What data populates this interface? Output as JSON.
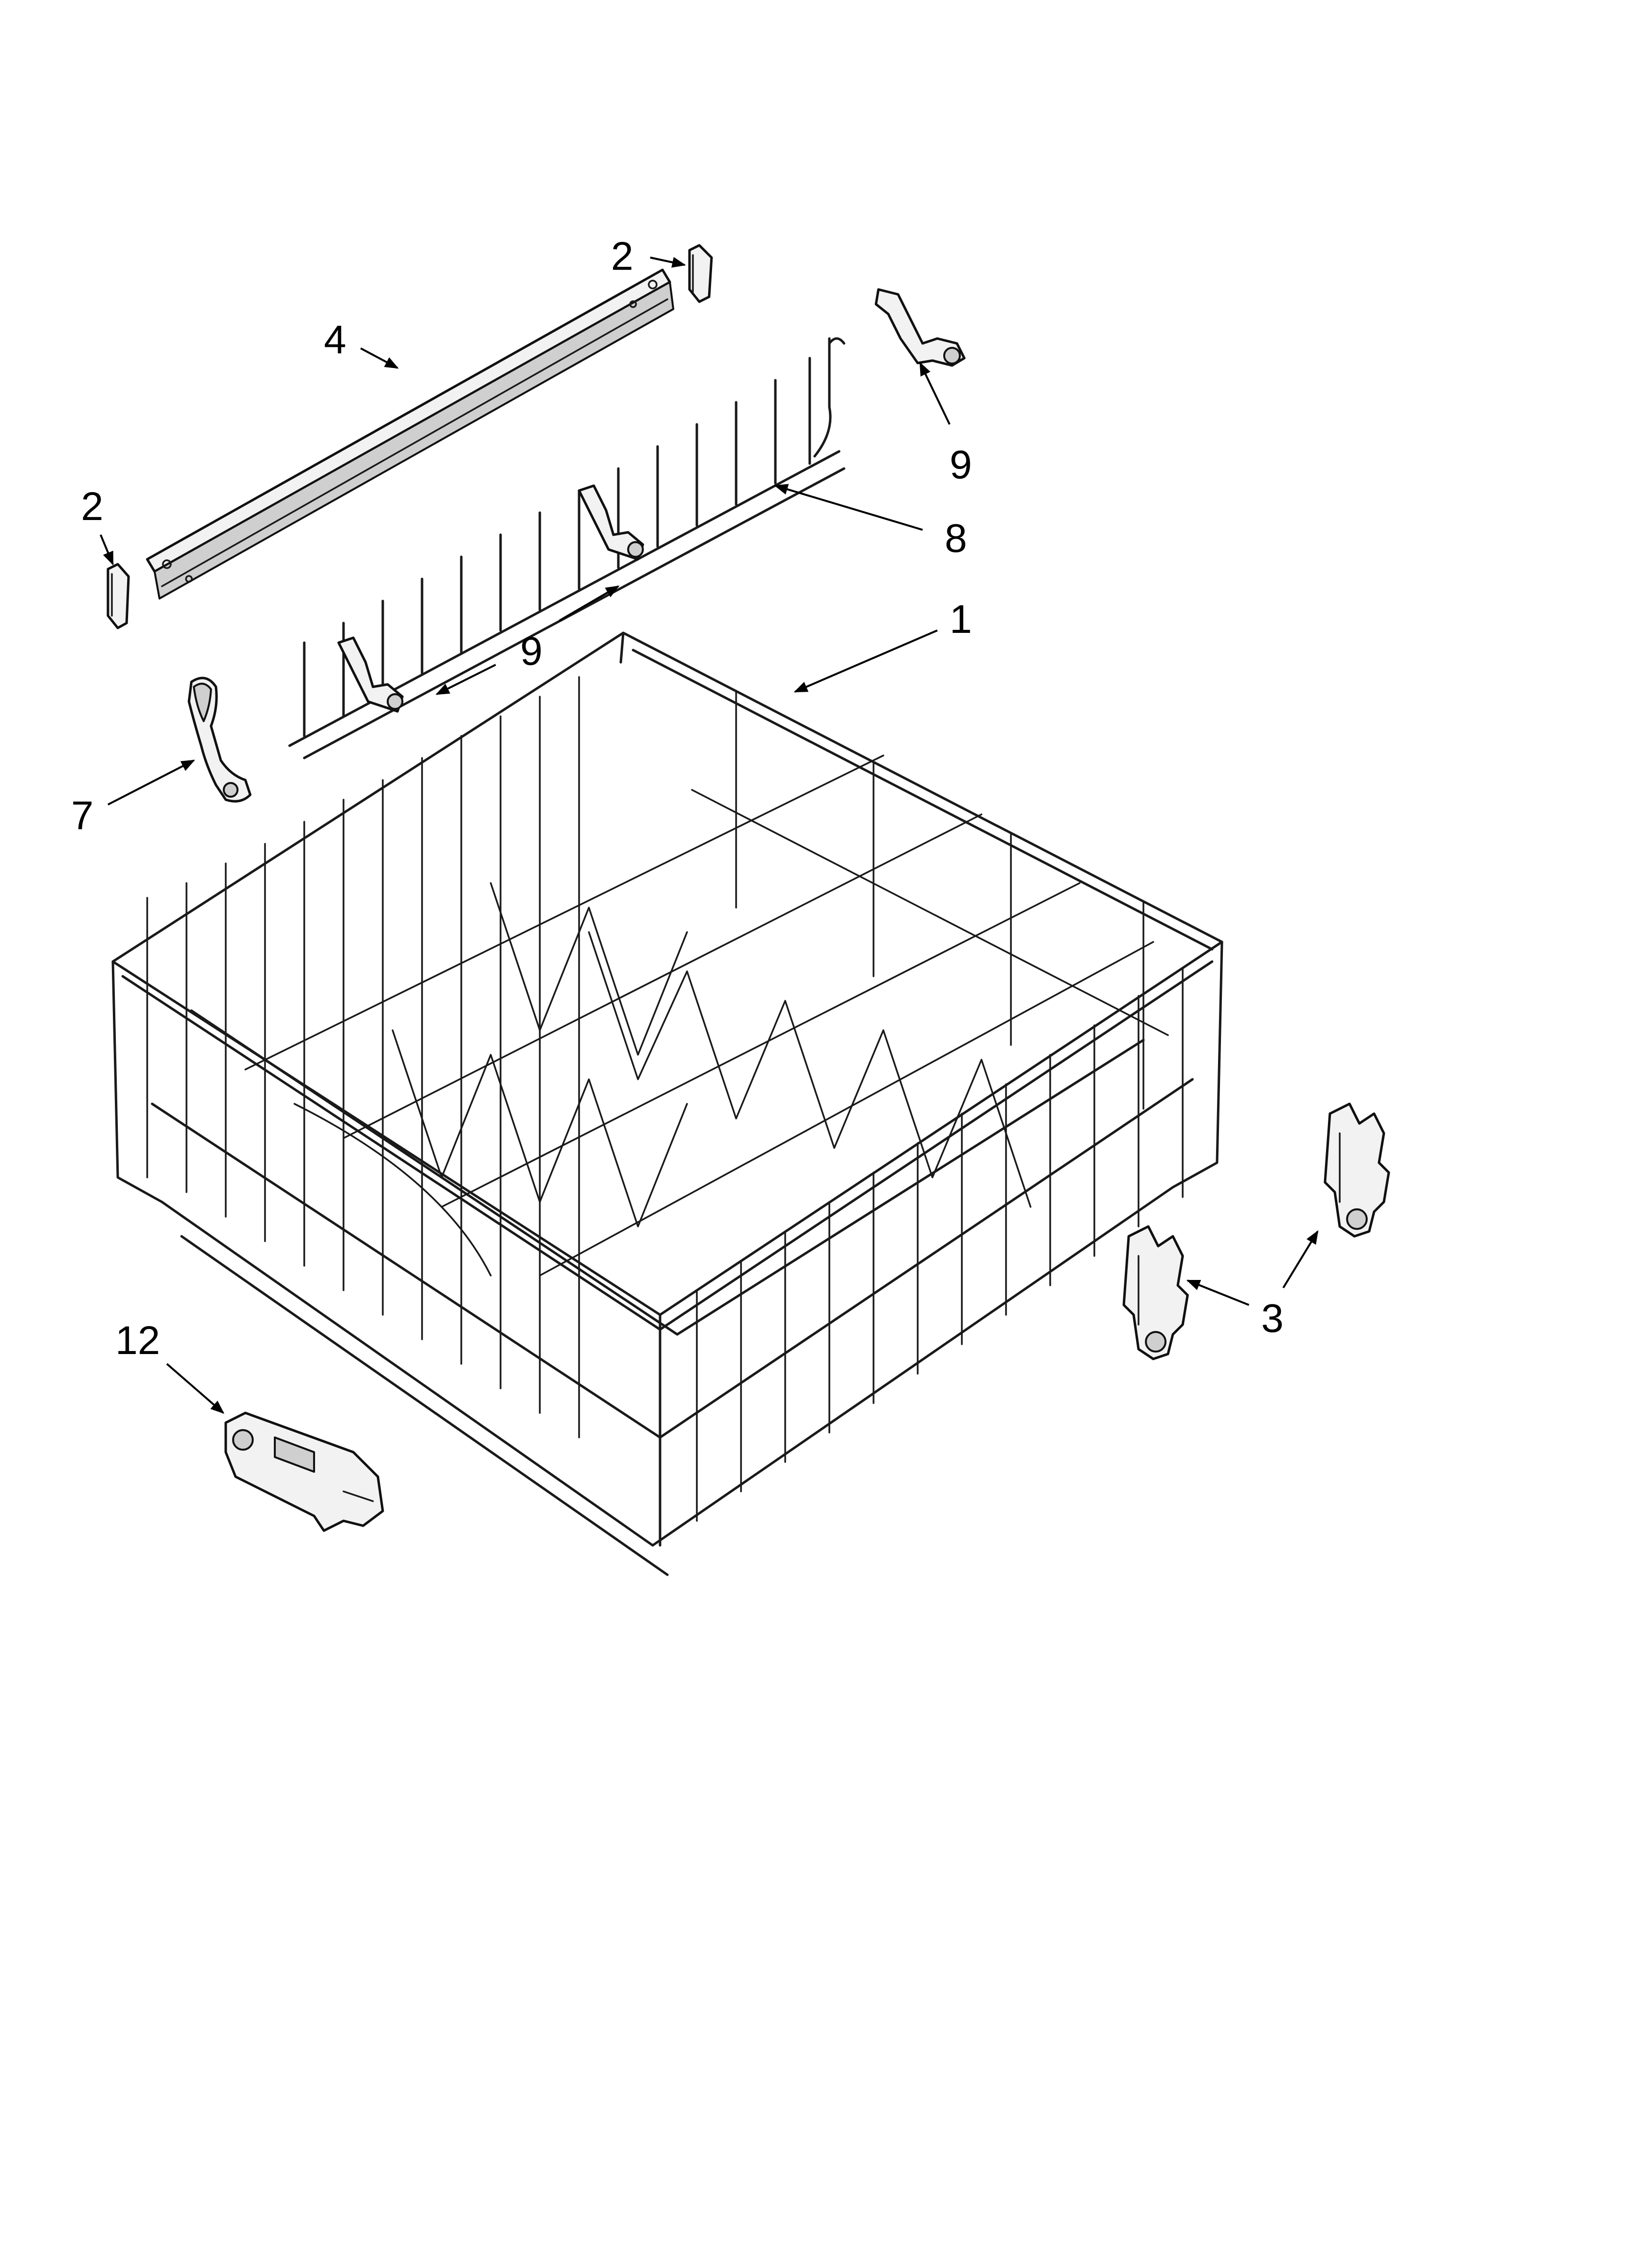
{
  "diagram": {
    "callouts": [
      {
        "id": "c2a",
        "label": "2"
      },
      {
        "id": "c2b",
        "label": "2"
      },
      {
        "id": "c4",
        "label": "4"
      },
      {
        "id": "c9a",
        "label": "9"
      },
      {
        "id": "c8",
        "label": "8"
      },
      {
        "id": "c9b",
        "label": "9"
      },
      {
        "id": "c1",
        "label": "1"
      },
      {
        "id": "c7",
        "label": "7"
      },
      {
        "id": "c12",
        "label": "12"
      },
      {
        "id": "c3",
        "label": "3"
      }
    ],
    "parts": [
      {
        "id": "1",
        "icon": "dishrack-icon"
      },
      {
        "id": "2",
        "icon": "end-cap-icon"
      },
      {
        "id": "3",
        "icon": "wheel-carrier-icon"
      },
      {
        "id": "4",
        "icon": "rail-bar-icon"
      },
      {
        "id": "7",
        "icon": "rack-handle-icon"
      },
      {
        "id": "8",
        "icon": "tine-row-icon"
      },
      {
        "id": "9",
        "icon": "clip-icon"
      },
      {
        "id": "12",
        "icon": "adjuster-icon"
      }
    ]
  }
}
